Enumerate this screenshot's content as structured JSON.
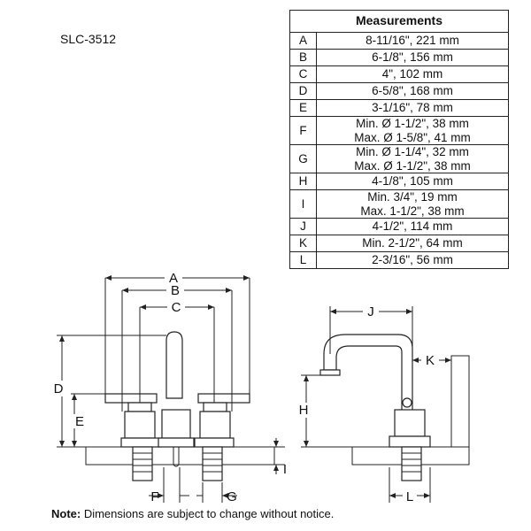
{
  "model_number": "SLC-3512",
  "measurements": {
    "title": "Measurements",
    "rows": [
      {
        "letter": "A",
        "lines": [
          "8-11/16\", 221 mm"
        ]
      },
      {
        "letter": "B",
        "lines": [
          "6-1/8\", 156 mm"
        ]
      },
      {
        "letter": "C",
        "lines": [
          "4\", 102 mm"
        ]
      },
      {
        "letter": "D",
        "lines": [
          "6-5/8\", 168 mm"
        ]
      },
      {
        "letter": "E",
        "lines": [
          "3-1/16\", 78 mm"
        ]
      },
      {
        "letter": "F",
        "lines": [
          "Min. Ø 1-1/2\", 38 mm",
          "Max. Ø 1-5/8\", 41 mm"
        ]
      },
      {
        "letter": "G",
        "lines": [
          "Min. Ø 1-1/4\", 32 mm",
          "Max. Ø 1-1/2\", 38 mm"
        ]
      },
      {
        "letter": "H",
        "lines": [
          "4-1/8\", 105 mm"
        ]
      },
      {
        "letter": "I",
        "lines": [
          "Min. 3/4\", 19 mm",
          "Max. 1-1/2\", 38 mm"
        ]
      },
      {
        "letter": "J",
        "lines": [
          "4-1/2\", 114 mm"
        ]
      },
      {
        "letter": "K",
        "lines": [
          "Min. 2-1/2\", 64 mm"
        ]
      },
      {
        "letter": "L",
        "lines": [
          "2-3/16\", 56 mm"
        ]
      }
    ]
  },
  "diagram_labels": {
    "a": "A",
    "b": "B",
    "c": "C",
    "d": "D",
    "e": "E",
    "f": "F",
    "g": "G",
    "h": "H",
    "i": "I",
    "j": "J",
    "k": "K",
    "l": "L"
  },
  "note": {
    "label": "Note:",
    "text": " Dimensions are subject to change without notice."
  }
}
